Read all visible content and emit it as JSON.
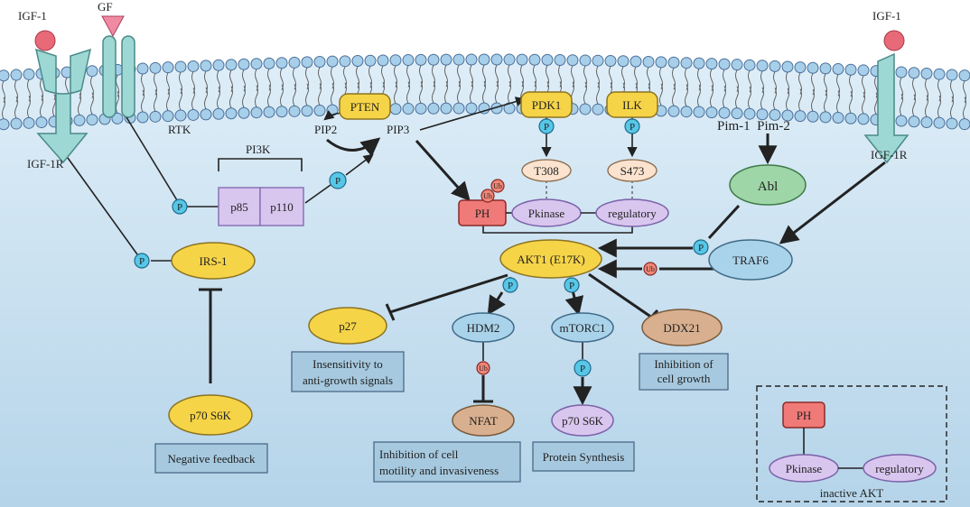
{
  "receptors": {
    "left_ligand": "IGF-1",
    "gf_ligand": "GF",
    "right_ligand": "IGF-1",
    "left_receptor": "IGF-1R",
    "rtk": "RTK",
    "right_receptor": "IGF-1R"
  },
  "lipids": {
    "pip2": "PIP2",
    "pip3": "PIP3"
  },
  "pi3k": {
    "group": "PI3K",
    "p85": "p85",
    "p110": "p110"
  },
  "kinases": {
    "pten": "PTEN",
    "pdk1": "PDK1",
    "ilk": "ILK"
  },
  "sites": {
    "t308": "T308",
    "s473": "S473"
  },
  "akt_domains": {
    "ph": "PH",
    "pkinase": "Pkinase",
    "regulatory": "regulatory"
  },
  "modifications": {
    "phospho": "P",
    "ubiquitin": "Ub"
  },
  "upstream": {
    "pim": "Pim-1  Pim-2",
    "abl": "Abl",
    "traf6": "TRAF6"
  },
  "akt1": "AKT1 (E17K)",
  "irs1": "IRS-1",
  "p70s6k_feedback": "p70 S6K",
  "targets": {
    "p27": "p27",
    "hdm2": "HDM2",
    "mtorc1": "mTORC1",
    "ddx21": "DDX21",
    "nfat": "NFAT",
    "p70s6k": "p70 S6K"
  },
  "outcomes": {
    "negative_feedback": "Negative feedback",
    "insensitivity_l1": "Insensitivity to",
    "insensitivity_l2": "anti-growth signals",
    "inhibition_growth_l1": "Inhibition of",
    "inhibition_growth_l2": "cell growth",
    "motility_l1": "Inhibition of cell",
    "motility_l2": "motility and invasiveness",
    "protein_synthesis": "Protein Synthesis"
  },
  "inset": {
    "caption": "inactive AKT",
    "ph": "PH",
    "pkinase": "Pkinase",
    "regulatory": "regulatory"
  },
  "colors": {
    "yellow": "#f6d447",
    "lilac": "#d9c6ef",
    "blue_node": "#a9d3ea",
    "green_node": "#9fd6a8",
    "peach": "#fbe3cf",
    "tan": "#d9b08f",
    "red_ph": "#f07a78",
    "phospho": "#57c7e8",
    "ubiquitin": "#f08676",
    "outcome_box": "#a6c9df",
    "membrane": "#a7cfea"
  }
}
